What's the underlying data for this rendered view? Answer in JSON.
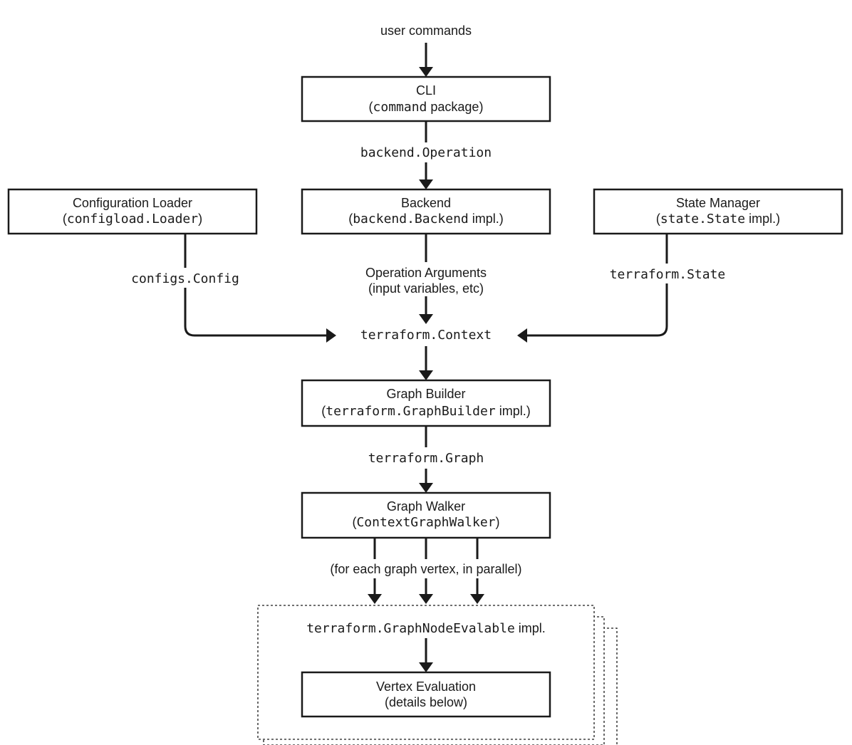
{
  "input_label": "user commands",
  "cli": {
    "title": "CLI",
    "open": "(",
    "code": "command",
    "suffix": " package)"
  },
  "edge_cli_backend": "backend.Operation",
  "config_loader": {
    "title": "Configuration Loader",
    "open": "(",
    "code": "configload.Loader",
    "suffix": ")"
  },
  "backend": {
    "title": "Backend",
    "open": "(",
    "code": "backend.Backend",
    "suffix": " impl.)"
  },
  "state_manager": {
    "title": "State Manager",
    "open": "(",
    "code": "state.State",
    "suffix": " impl.)"
  },
  "edge_configs": "configs.Config",
  "edge_state": "terraform.State",
  "operation_args": {
    "line1": "Operation Arguments",
    "line2": "(input variables, etc)"
  },
  "context_label": "terraform.Context",
  "graph_builder": {
    "title": "Graph Builder",
    "open": "(",
    "code": "terraform.GraphBuilder",
    "suffix": " impl.)"
  },
  "edge_graph": "terraform.Graph",
  "graph_walker": {
    "title": "Graph Walker",
    "open": "(",
    "code": "ContextGraphWalker",
    "suffix": ")"
  },
  "parallel_label": "(for each graph vertex, in parallel)",
  "evalable": {
    "code": "terraform.GraphNodeEvalable",
    "suffix": " impl."
  },
  "vertex_eval": {
    "title": "Vertex Evaluation",
    "subtitle": "(details below)"
  }
}
